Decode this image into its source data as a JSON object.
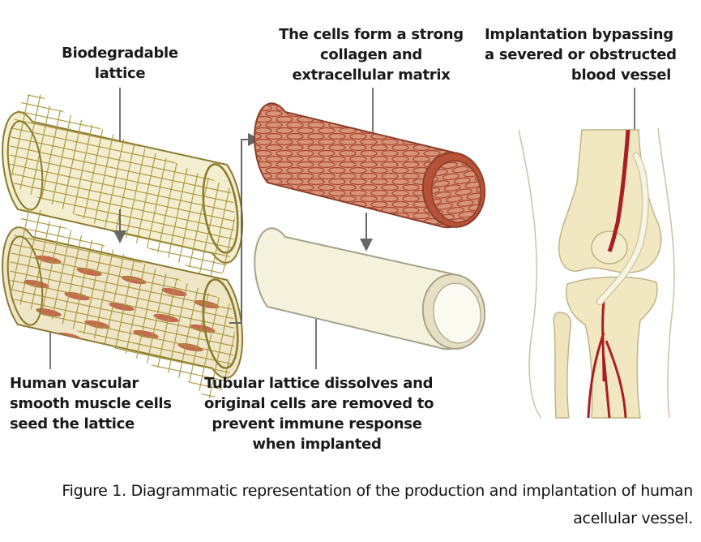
{
  "labels": {
    "lattice": [
      "Biodegradable",
      "lattice"
    ],
    "matrix": [
      "The cells form a strong",
      "collagen and",
      "extracellular matrix"
    ],
    "implant": [
      "Implantation bypassing",
      "a severed or obstructed",
      "blood vessel"
    ],
    "seeding": [
      "Human vascular",
      "smooth muscle cells",
      "seed the lattice"
    ],
    "dissolve": [
      "Tubular lattice dissolves and",
      "original cells are removed to",
      "prevent immune response",
      "when implanted"
    ]
  },
  "caption": [
    "Figure 1. Diagrammatic representation of the production and implantation of human",
    "acellular vessel."
  ],
  "colors": {
    "text": "#1a1a1a",
    "lattice": "#b9a646",
    "lattice_dark": "#7d6f22",
    "cells": "#c5624a",
    "matrix_fill": "#d78c72",
    "matrix_dark": "#a34a33",
    "vessel_final": "#f2efd6",
    "vessel_outline": "#a7a18a",
    "bone": "#f1e8c2",
    "artery": "#a81e22",
    "arrow": "#666666"
  },
  "icons": {
    "arrow": "arrow-icon",
    "knee": "knee-joint-icon"
  }
}
